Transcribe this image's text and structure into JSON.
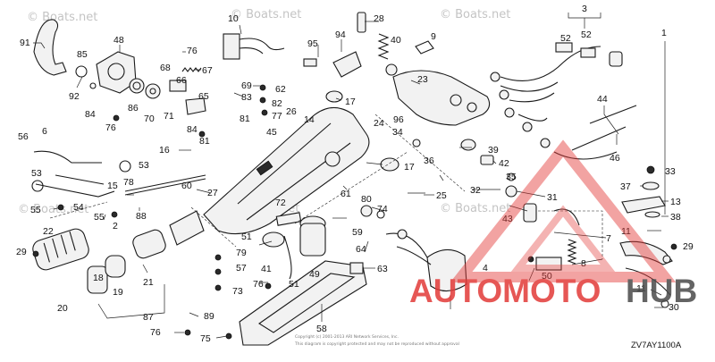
{
  "watermark": {
    "text": "© Boats.net"
  },
  "footer": {
    "diagram_code": "ZV7AY1100A",
    "copyright_line1": "Copyright (c) 2001-2013 ARI Network Services, Inc.",
    "copyright_line2": "This diagram is copyright protected and may not be reproduced without approval"
  },
  "brand": {
    "red_text": "AUTOMOTO",
    "dark_text": "HUB",
    "red_color": "#e23a38",
    "dark_color": "#4a4a4a"
  },
  "callouts": [
    {
      "id": "c91",
      "text": "91"
    },
    {
      "id": "c48",
      "text": "48"
    },
    {
      "id": "c10",
      "text": "10"
    },
    {
      "id": "c28",
      "text": "28"
    },
    {
      "id": "c3",
      "text": "3"
    },
    {
      "id": "c1",
      "text": "1"
    },
    {
      "id": "c85",
      "text": "85"
    },
    {
      "id": "c76a",
      "text": "76"
    },
    {
      "id": "c95",
      "text": "95"
    },
    {
      "id": "c94",
      "text": "94"
    },
    {
      "id": "c40",
      "text": "40"
    },
    {
      "id": "c9",
      "text": "9"
    },
    {
      "id": "c52a",
      "text": "52"
    },
    {
      "id": "c52b",
      "text": "52"
    },
    {
      "id": "c68",
      "text": "68"
    },
    {
      "id": "c67",
      "text": "67"
    },
    {
      "id": "c92",
      "text": "92"
    },
    {
      "id": "c66",
      "text": "66"
    },
    {
      "id": "c23",
      "text": "23"
    },
    {
      "id": "c86",
      "text": "86"
    },
    {
      "id": "c65",
      "text": "65"
    },
    {
      "id": "c69",
      "text": "69"
    },
    {
      "id": "c62",
      "text": "62"
    },
    {
      "id": "c84a",
      "text": "84"
    },
    {
      "id": "c70",
      "text": "70"
    },
    {
      "id": "c71",
      "text": "71"
    },
    {
      "id": "c83",
      "text": "83"
    },
    {
      "id": "c82",
      "text": "82"
    },
    {
      "id": "c17a",
      "text": "17"
    },
    {
      "id": "c77",
      "text": "77"
    },
    {
      "id": "c26",
      "text": "26"
    },
    {
      "id": "c14",
      "text": "14"
    },
    {
      "id": "c24",
      "text": "24"
    },
    {
      "id": "c96",
      "text": "96"
    },
    {
      "id": "c44",
      "text": "44"
    },
    {
      "id": "c76b",
      "text": "76"
    },
    {
      "id": "c81a",
      "text": "81"
    },
    {
      "id": "c84b",
      "text": "84"
    },
    {
      "id": "c81b",
      "text": "81"
    },
    {
      "id": "c45",
      "text": "45"
    },
    {
      "id": "c34",
      "text": "34"
    },
    {
      "id": "c56",
      "text": "56"
    },
    {
      "id": "c6",
      "text": "6"
    },
    {
      "id": "c16",
      "text": "16"
    },
    {
      "id": "c36",
      "text": "36"
    },
    {
      "id": "c39",
      "text": "39"
    },
    {
      "id": "c46",
      "text": "46"
    },
    {
      "id": "c53a",
      "text": "53"
    },
    {
      "id": "c53b",
      "text": "53"
    },
    {
      "id": "c17b",
      "text": "17"
    },
    {
      "id": "c42",
      "text": "42"
    },
    {
      "id": "c33",
      "text": "33"
    },
    {
      "id": "c15",
      "text": "15"
    },
    {
      "id": "c78",
      "text": "78"
    },
    {
      "id": "c60",
      "text": "60"
    },
    {
      "id": "c35",
      "text": "35"
    },
    {
      "id": "c37",
      "text": "37"
    },
    {
      "id": "c27",
      "text": "27"
    },
    {
      "id": "c32",
      "text": "32"
    },
    {
      "id": "c31",
      "text": "31"
    },
    {
      "id": "c55a",
      "text": "55"
    },
    {
      "id": "c54",
      "text": "54"
    },
    {
      "id": "c88",
      "text": "88"
    },
    {
      "id": "c61",
      "text": "61"
    },
    {
      "id": "c80",
      "text": "80"
    },
    {
      "id": "c13",
      "text": "13"
    },
    {
      "id": "c25",
      "text": "25"
    },
    {
      "id": "c55b",
      "text": "55"
    },
    {
      "id": "c2",
      "text": "2"
    },
    {
      "id": "c38",
      "text": "38"
    },
    {
      "id": "c72",
      "text": "72"
    },
    {
      "id": "c74",
      "text": "74"
    },
    {
      "id": "c43",
      "text": "43"
    },
    {
      "id": "c22",
      "text": "22"
    },
    {
      "id": "c51a",
      "text": "51"
    },
    {
      "id": "c50",
      "text": "50"
    },
    {
      "id": "c11a",
      "text": "11"
    },
    {
      "id": "c7",
      "text": "7"
    },
    {
      "id": "c59",
      "text": "59"
    },
    {
      "id": "c79",
      "text": "79"
    },
    {
      "id": "c29a",
      "text": "29"
    },
    {
      "id": "c29b",
      "text": "29"
    },
    {
      "id": "c64",
      "text": "64"
    },
    {
      "id": "c57",
      "text": "57"
    },
    {
      "id": "c41",
      "text": "41"
    },
    {
      "id": "c63",
      "text": "63"
    },
    {
      "id": "c4",
      "text": "4"
    },
    {
      "id": "c8",
      "text": "8"
    },
    {
      "id": "c73",
      "text": "73"
    },
    {
      "id": "c21",
      "text": "21"
    },
    {
      "id": "c49",
      "text": "49"
    },
    {
      "id": "c18",
      "text": "18"
    },
    {
      "id": "c19",
      "text": "19"
    },
    {
      "id": "c20",
      "text": "20"
    },
    {
      "id": "c76c",
      "text": "76"
    },
    {
      "id": "c51b",
      "text": "51"
    },
    {
      "id": "c11b",
      "text": "11"
    },
    {
      "id": "c87",
      "text": "87"
    },
    {
      "id": "c89",
      "text": "89"
    },
    {
      "id": "c58",
      "text": "58"
    },
    {
      "id": "c76d",
      "text": "76"
    },
    {
      "id": "c75",
      "text": "75"
    },
    {
      "id": "c30",
      "text": "30"
    }
  ]
}
